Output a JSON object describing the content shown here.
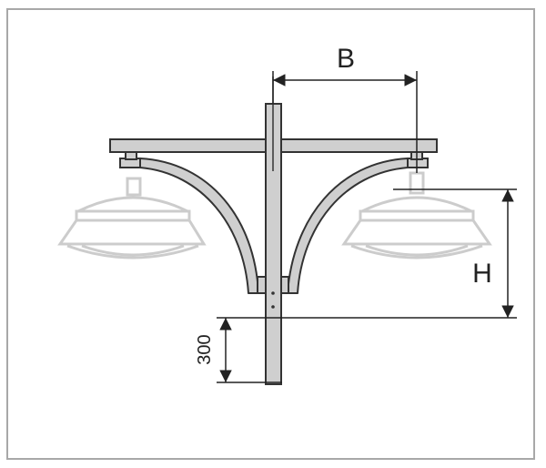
{
  "dimensions": {
    "b": {
      "label": "B"
    },
    "h": {
      "label": "H"
    },
    "mount": {
      "label": "300"
    }
  },
  "colors": {
    "frame": "#a8a8a8",
    "pole_fill": "#cfcfcf",
    "pole_stroke": "#333333",
    "luminaire": "#cccccc",
    "dimension_line": "#222222"
  }
}
